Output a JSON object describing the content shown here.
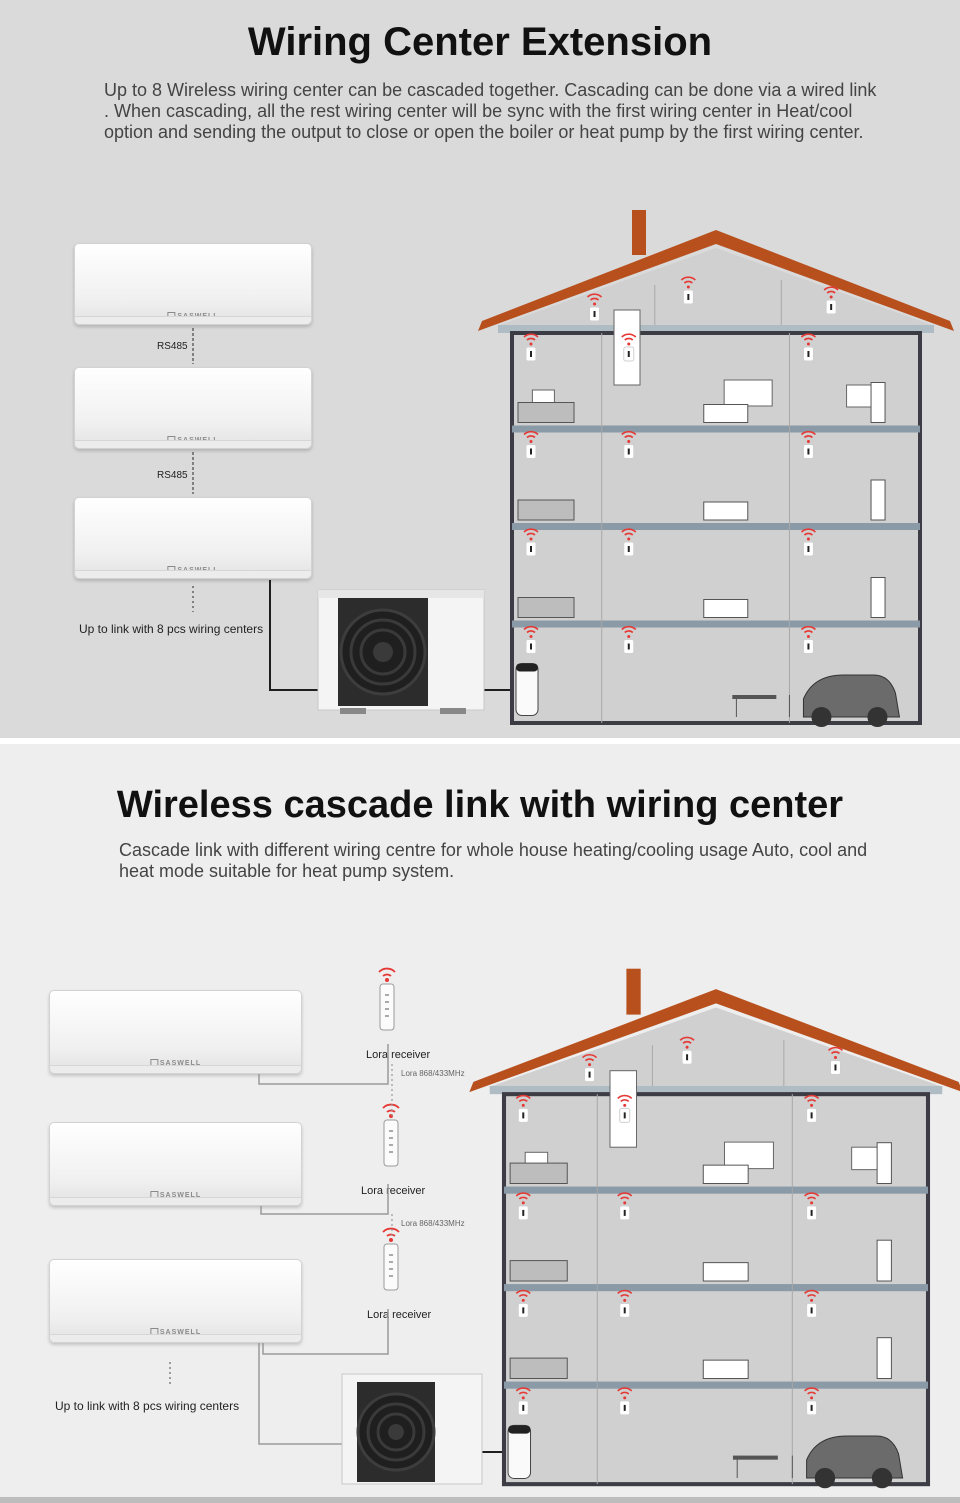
{
  "top_section": {
    "title": "Wiring Center Extension",
    "description": "Up to 8 Wireless wiring center can be cascaded together. Cascading can be done via a wired link . When cascading, all the rest wiring center will be sync with the first wiring center in Heat/cool option and sending the output to close or open the boiler or heat pump by the first wiring center.",
    "units": [
      {
        "brand": "SASWELL"
      },
      {
        "brand": "SASWELL"
      },
      {
        "brand": "SASWELL"
      }
    ],
    "link_labels": [
      "RS485",
      "RS485"
    ],
    "extension_note": "Up to link with 8 pcs wiring centers"
  },
  "bottom_section": {
    "title": "Wireless cascade link with wiring center",
    "description": "Cascade link with different wiring centre for whole house heating/cooling usage Auto, cool and heat mode suitable for heat pump system.",
    "units": [
      {
        "brand": "SASWELL"
      },
      {
        "brand": "SASWELL"
      },
      {
        "brand": "SASWELL"
      }
    ],
    "receiver_labels": [
      "Lora receiver",
      "Lora receiver",
      "Lora receiver"
    ],
    "frequency_labels": [
      "Lora 868/433MHz",
      "Lora 868/433MHz"
    ],
    "extension_note": "Up to link with 8 pcs wiring centers"
  },
  "colors": {
    "roof": "#b8501e",
    "house_frame": "#3c3c44",
    "floor_slab": "#8a9aa6",
    "wall": "#d0d0d0",
    "signal": "#e53935",
    "wire": "#2a2a2a",
    "wire_light": "#9a9a9a"
  },
  "icons": [
    "wifi-signal-icon",
    "thermostat-icon",
    "heat-pump-icon",
    "water-tank-icon",
    "car-icon"
  ]
}
